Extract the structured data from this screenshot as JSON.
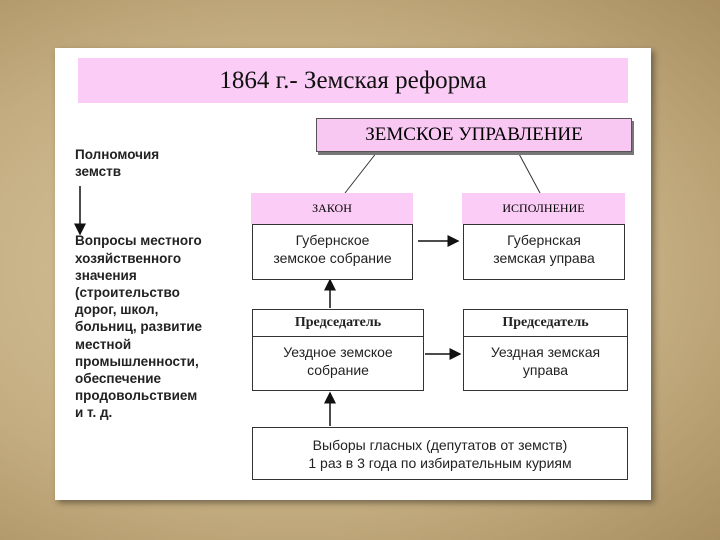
{
  "title": "1864 г.- Земская реформа",
  "top_box": "ЗЕМСКОЕ УПРАВЛЕНИЕ",
  "left": {
    "heading_line1": "Полномочия",
    "heading_line2": "земств",
    "lines": [
      "Вопросы местного",
      "хозяйственного",
      "значения",
      "(строительство",
      "дорог, школ,",
      "больниц, развитие",
      "местной",
      "промышленности,",
      "обеспечение",
      "продовольствием",
      "и т. д."
    ]
  },
  "branches": {
    "law": "ЗАКОН",
    "execution": "ИСПОЛНЕНИЕ"
  },
  "gub_assembly": [
    "Губернское",
    "земское собрание"
  ],
  "gub_board": [
    "Губернская",
    "земская управа"
  ],
  "chairman": "Председатель",
  "uezd_assembly": [
    "Уездное земское",
    "собрание"
  ],
  "uezd_board": [
    "Уездная земская",
    "управа"
  ],
  "elections": [
    "Выборы гласных (депутатов от земств)",
    "1 раз в 3 года по избирательным куриям"
  ]
}
